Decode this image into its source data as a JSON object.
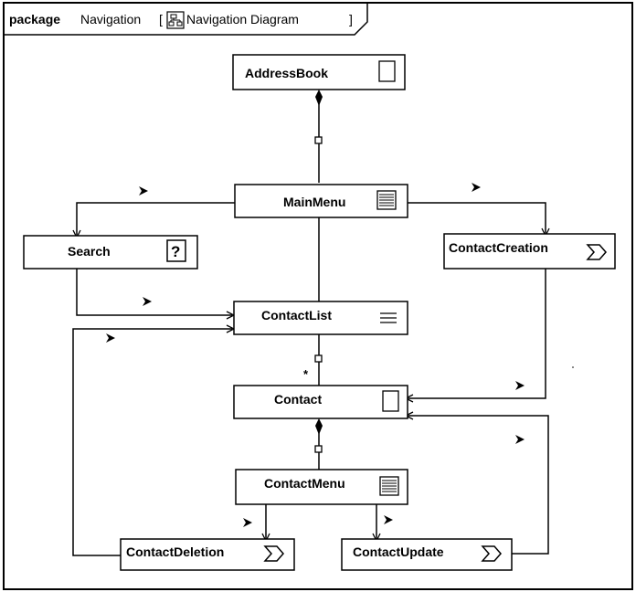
{
  "frame": {
    "keyword": "package",
    "name": "Navigation",
    "open_bracket": "[",
    "diagram_name": "Navigation Diagram",
    "close_bracket": "]"
  },
  "nodes": {
    "address_book": {
      "label": "AddressBook",
      "icon": "class-icon"
    },
    "main_menu": {
      "label": "MainMenu",
      "icon": "menu-icon"
    },
    "search": {
      "label": "Search",
      "icon": "question-icon"
    },
    "contact_creation": {
      "label": "ContactCreation",
      "icon": "process-icon"
    },
    "contact_list": {
      "label": "ContactList",
      "icon": "list-icon"
    },
    "contact": {
      "label": "Contact",
      "icon": "class-icon"
    },
    "contact_menu": {
      "label": "ContactMenu",
      "icon": "menu-icon"
    },
    "contact_deletion": {
      "label": "ContactDeletion",
      "icon": "process-icon"
    },
    "contact_update": {
      "label": "ContactUpdate",
      "icon": "process-icon"
    }
  },
  "multiplicity": {
    "contact_list_to_contact": "*"
  }
}
